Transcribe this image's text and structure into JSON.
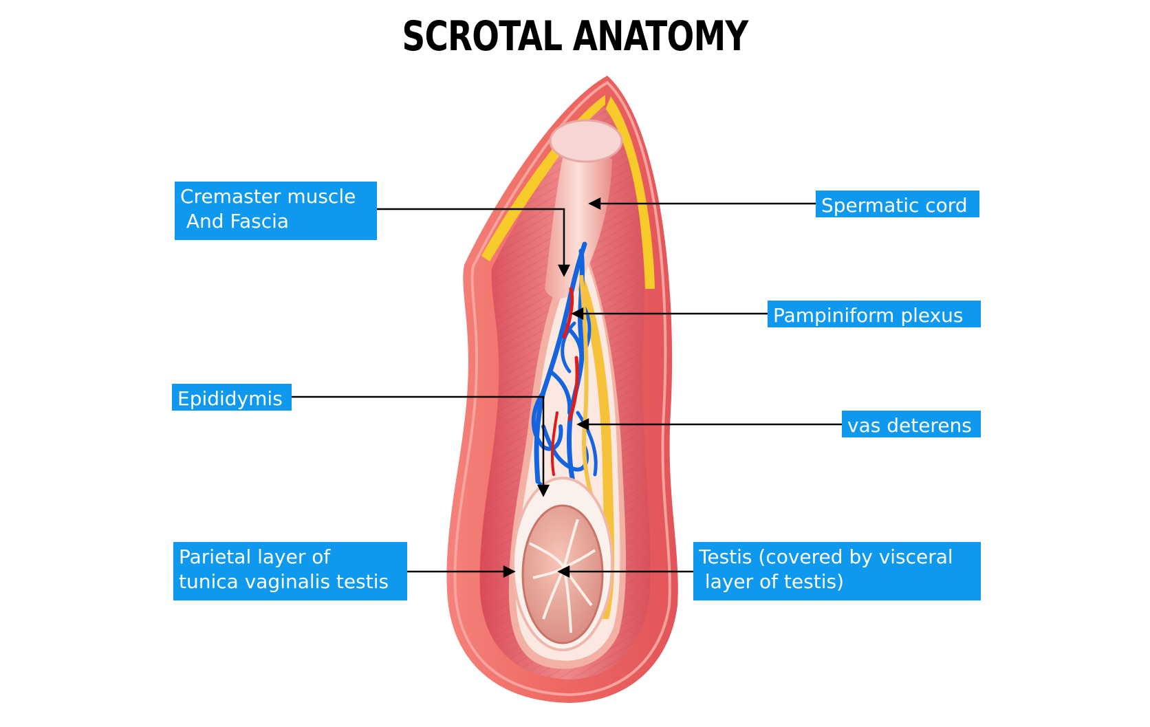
{
  "title": "SCROTAL ANATOMY",
  "labels": {
    "cremaster": "Cremaster muscle\n And Fascia",
    "spermatic_cord": "Spermatic cord",
    "pampiniform": "Pampiniform plexus",
    "epididymis": "Epididymis",
    "vas": "vas deterens",
    "parietal": "Parietal layer of\ntunica vaginalis testis",
    "testis": "Testis (covered by visceral\n layer of testis)"
  },
  "colors": {
    "label_bg": "#0f99ee",
    "outer_skin": "#ee6a64",
    "muscle": "#e2606a",
    "fat_layer": "#f7cc2a",
    "vein": "#1464e0",
    "artery": "#e01a1a"
  }
}
